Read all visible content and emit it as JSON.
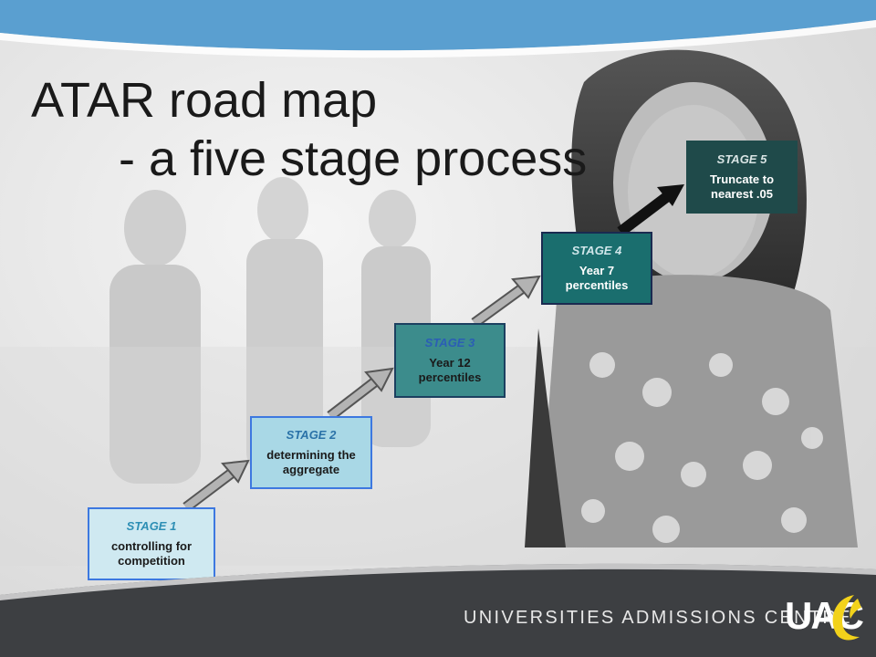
{
  "title": {
    "line1": "ATAR road map",
    "line2": "- a five stage process"
  },
  "stages": [
    {
      "label": "STAGE 1",
      "description": "controlling for competition"
    },
    {
      "label": "STAGE 2",
      "description": "determining the aggregate"
    },
    {
      "label": "STAGE 3",
      "description": "Year 12 percentiles"
    },
    {
      "label": "STAGE 4",
      "description": "Year 7 percentiles"
    },
    {
      "label": "STAGE 5",
      "description": "Truncate to nearest .05"
    }
  ],
  "footer": {
    "organisation": "UNIVERSITIES ADMISSIONS CENTRE",
    "logo_text": "UAC"
  },
  "colors": {
    "top_band": "#5a9fd0",
    "footer_band": "#3d3f42",
    "logo_accent": "#f2d21b",
    "stage_border_light": "#3d78e0"
  }
}
